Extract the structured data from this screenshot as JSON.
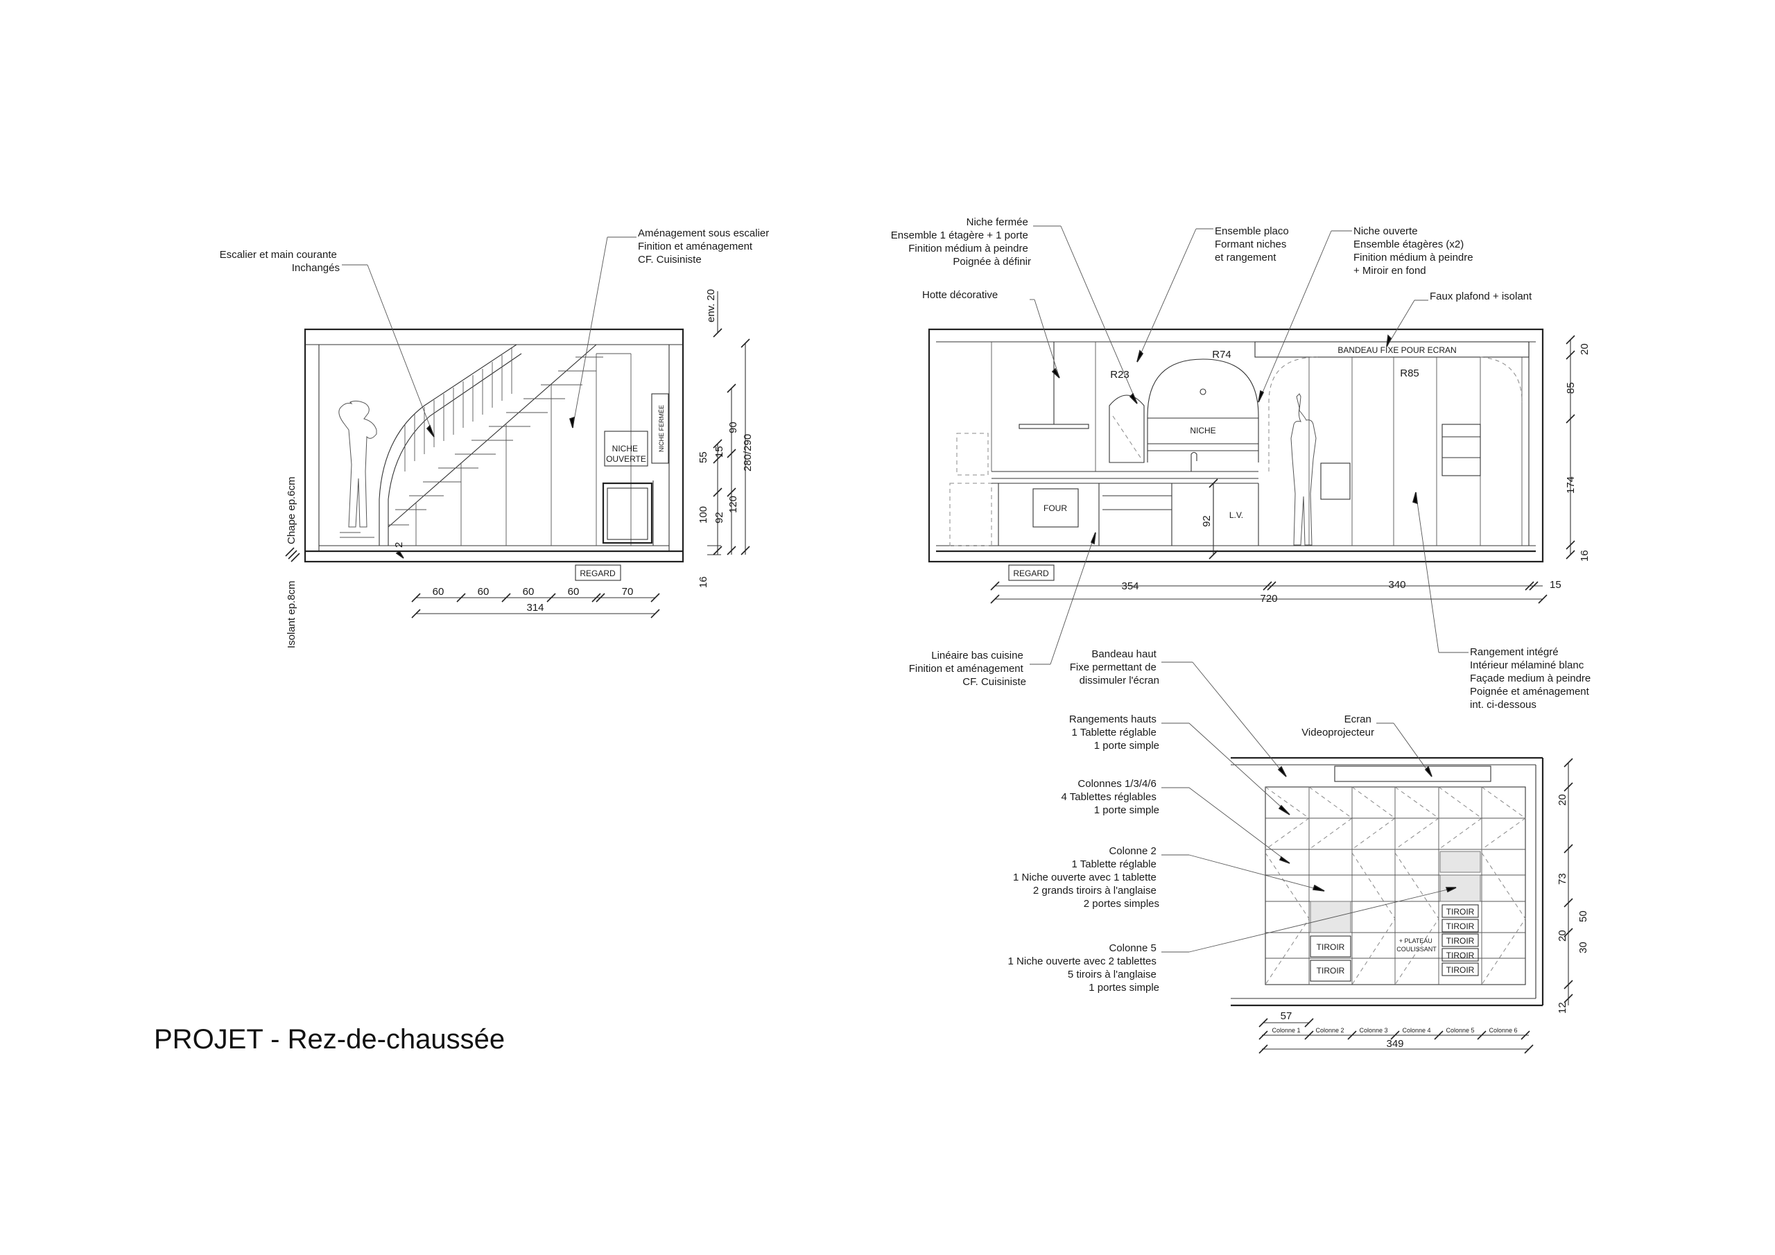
{
  "title": "PROJET - Rez-de-chaussée",
  "elev1": {
    "annotations": {
      "escalier": [
        "Escalier et main courante",
        "Inchangés"
      ],
      "amenagement": [
        "Aménagement sous escalier",
        "Finition et aménagement",
        "CF. Cuisiniste"
      ]
    },
    "labels": {
      "niche_ouverte": [
        "NICHE",
        "OUVERTE"
      ],
      "niche_fermee": "NICHE FERMÉE",
      "regard": "REGARD",
      "chape": "Chape ep.6cm",
      "isolant": "Isolant ep.8cm"
    },
    "dims": {
      "env20": "env. 20",
      "d280": "280/290",
      "d90": "90",
      "d15": "15",
      "d55": "55",
      "d92": "92",
      "d100": "100",
      "d120": "120",
      "d16": "16",
      "d2": "2",
      "bottom": [
        "60",
        "60",
        "60",
        "60",
        "70"
      ],
      "total": "314"
    }
  },
  "elev2": {
    "annotations": {
      "niche_fermee": [
        "Niche fermée",
        "Ensemble 1 étagère + 1 porte",
        "Finition médium à peindre",
        "Poignée à définir"
      ],
      "placo": [
        "Ensemble placo",
        "Formant niches",
        "et rangement"
      ],
      "niche_ouverte": [
        "Niche ouverte",
        "Ensemble étagères (x2)",
        "Finition médium à peindre",
        "+ Miroir en fond"
      ],
      "hotte": "Hotte décorative",
      "faux_plafond": "Faux plafond + isolant",
      "lineaire": [
        "Linéaire bas cuisine",
        "Finition et aménagement",
        "CF. Cuisiniste"
      ],
      "rangement": [
        "Rangement intégré",
        "Intérieur mélaminé blanc",
        "Façade medium à peindre",
        "Poignée et aménagement",
        "int. ci-dessous"
      ]
    },
    "labels": {
      "bandeau": "BANDEAU FIXE POUR ECRAN",
      "niche": "NICHE",
      "four": "FOUR",
      "lv": "L.V.",
      "regard": "REGARD",
      "r23": "R23",
      "r74": "R74",
      "r85": "R85"
    },
    "dims": {
      "d92": "92",
      "d354": "354",
      "d340": "340",
      "d15": "15",
      "d720": "720",
      "d20": "20",
      "d85": "85",
      "d174": "174",
      "d16": "16"
    }
  },
  "elev3": {
    "annotations": {
      "bandeau_haut": [
        "Bandeau haut",
        "Fixe permettant de",
        "dissimuler l'écran"
      ],
      "ecran": [
        "Ecran",
        "Videoprojecteur"
      ],
      "rangements_hauts": [
        "Rangements hauts",
        "1 Tablette réglable",
        "1 porte simple"
      ],
      "colonnes_1346": [
        "Colonnes 1/3/4/6",
        "4 Tablettes réglables",
        "1 porte simple"
      ],
      "colonne_2": [
        "Colonne 2",
        "1 Tablette réglable",
        "1 Niche ouverte avec 1 tablette",
        "2 grands tiroirs à l'anglaise",
        "2 portes simples"
      ],
      "colonne_5": [
        "Colonne 5",
        "1 Niche ouverte avec 2 tablettes",
        "5 tiroirs à l'anglaise",
        "1 portes simple"
      ]
    },
    "labels": {
      "tiroir": "TIROIR",
      "plateau": [
        "+ PLATEAU",
        "COULISSANT"
      ]
    },
    "dims": {
      "d20": "20",
      "d73": "73",
      "d50": "50",
      "d20b": "20",
      "d30": "30",
      "d12": "12",
      "d57": "57",
      "d349": "349",
      "columns": [
        "Colonne 1",
        "Colonne 2",
        "Colonne 3",
        "Colonne 4",
        "Colonne 5",
        "Colonne 6"
      ]
    }
  }
}
